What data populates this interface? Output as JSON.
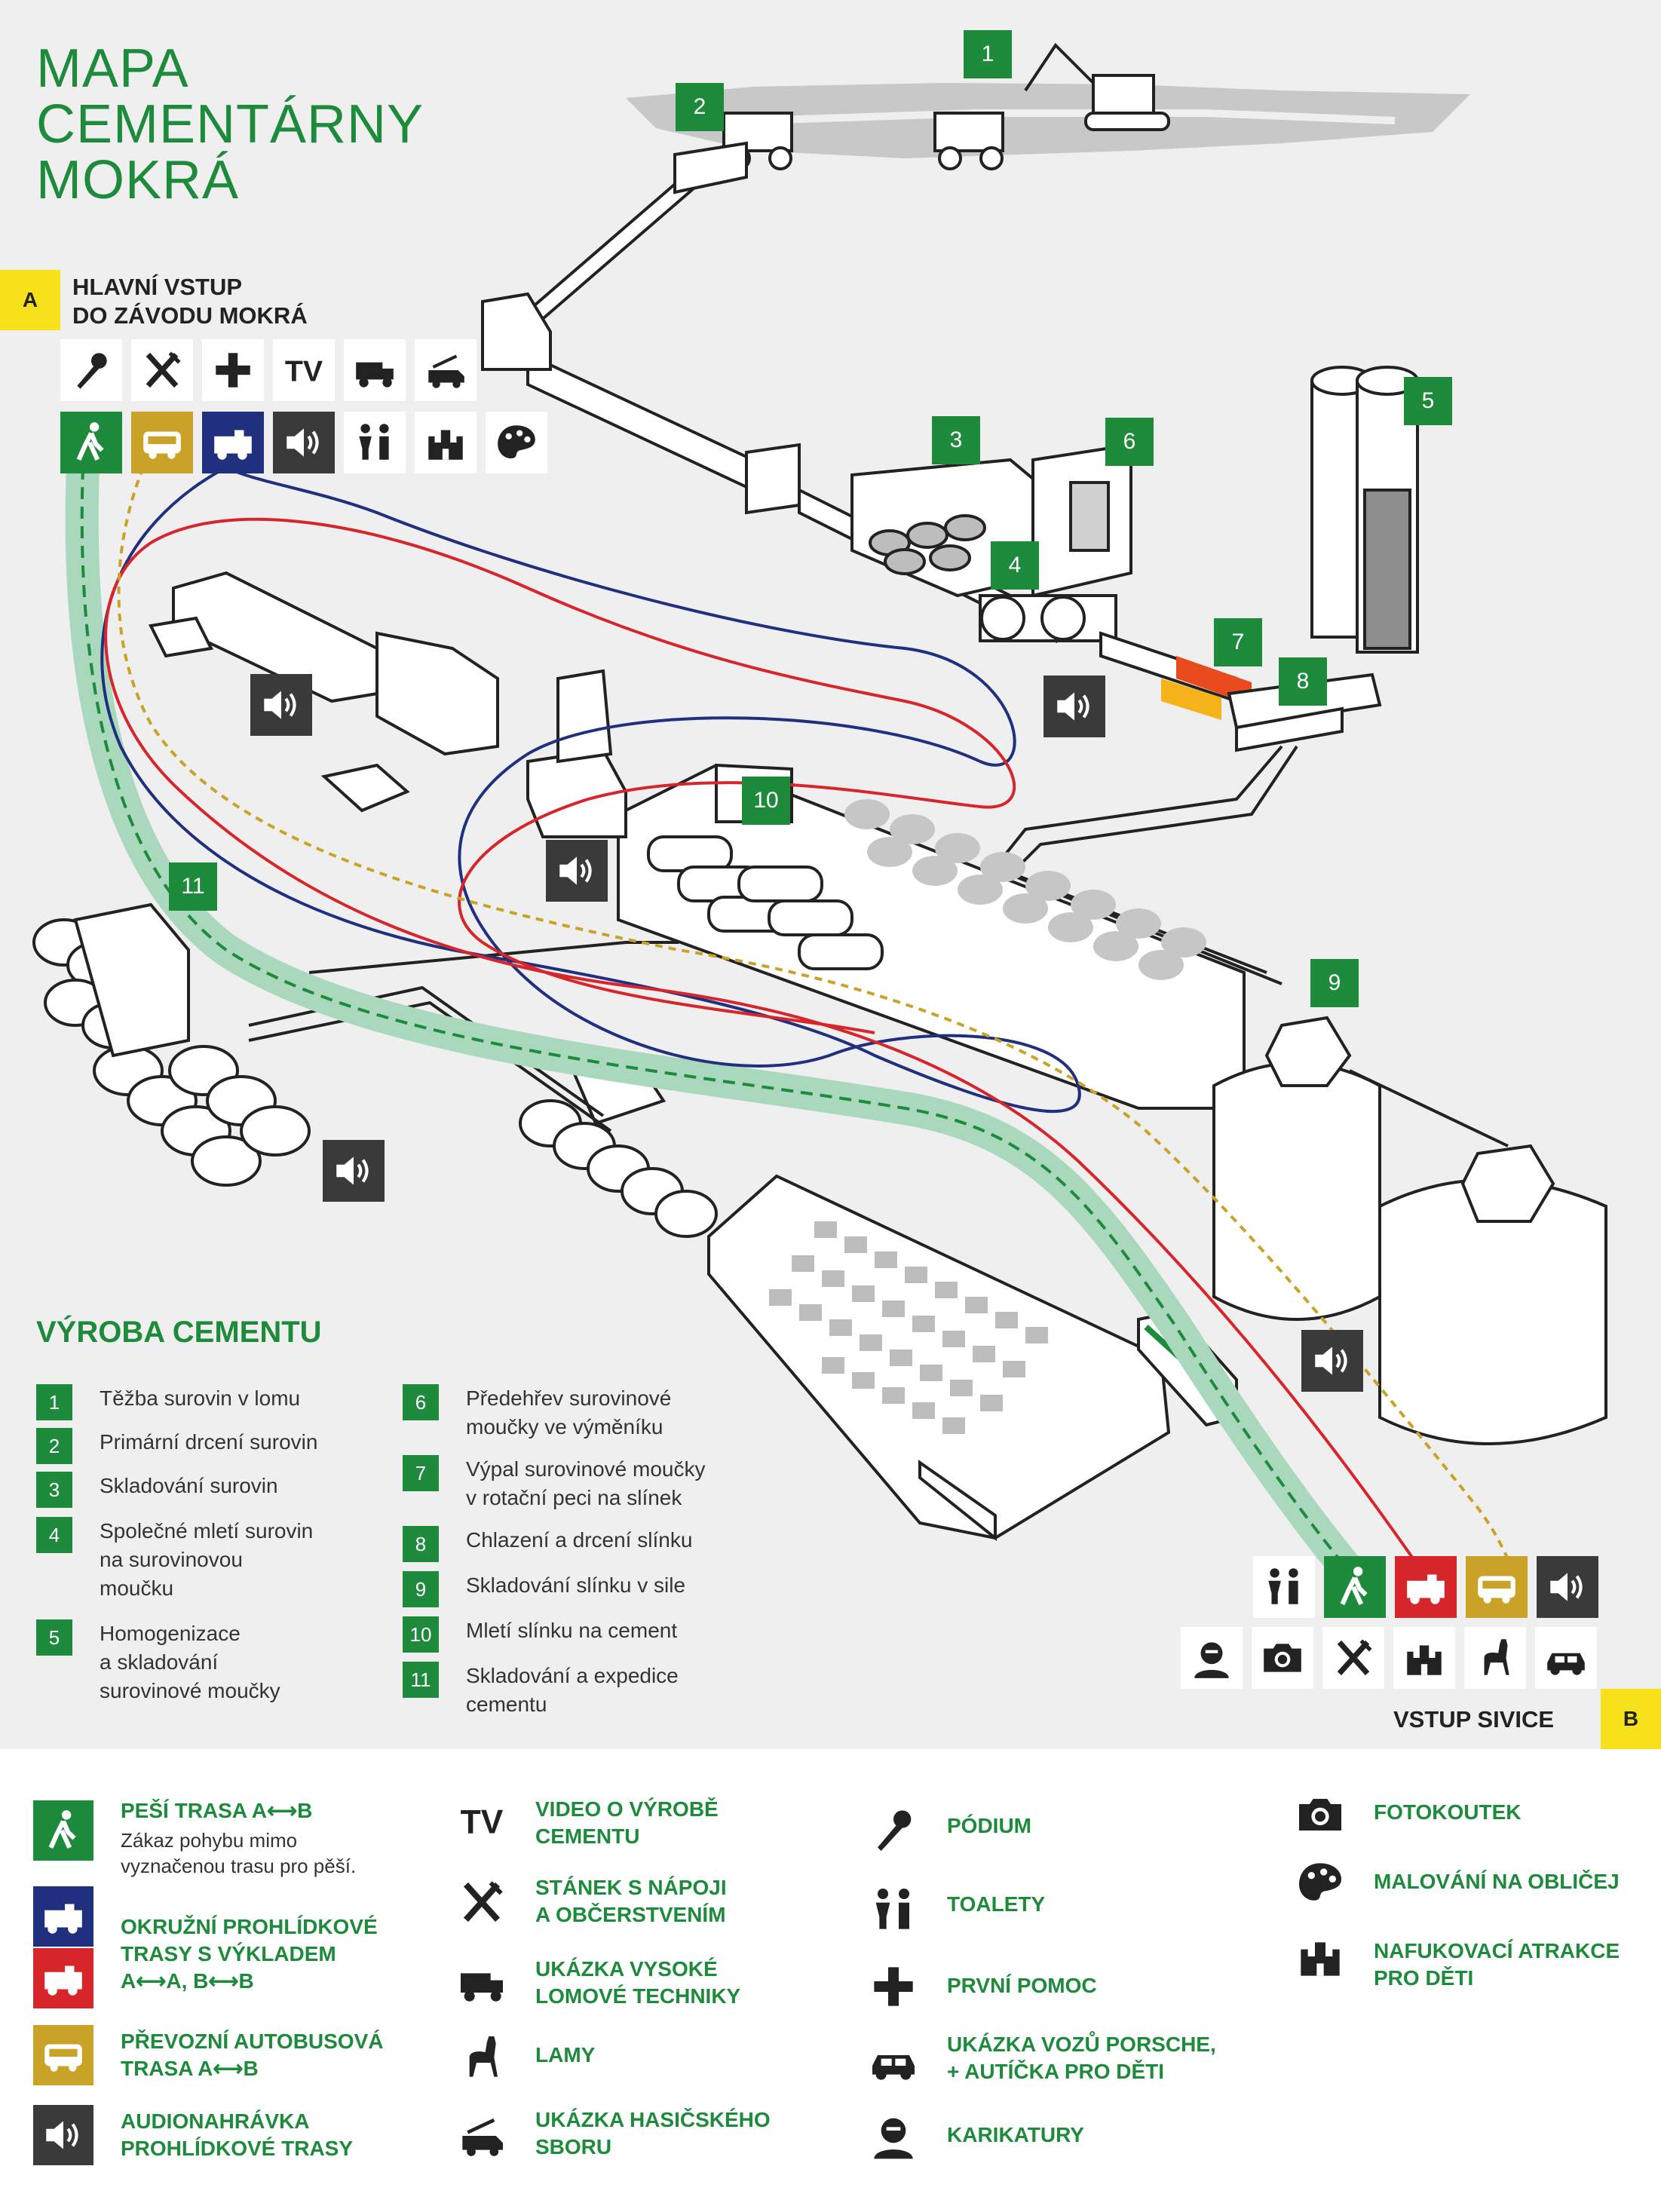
{
  "title": [
    "MAPA",
    "CEMENTÁRNY",
    "MOKRÁ"
  ],
  "entry_a": {
    "badge": "A",
    "label": [
      "HLAVNÍ VSTUP",
      "DO ZÁVODU MOKRÁ"
    ]
  },
  "entry_b": {
    "badge": "B",
    "label": "VSTUP SIVICE"
  },
  "tv_glyph": "TV",
  "map_steps": [
    "1",
    "2",
    "3",
    "4",
    "5",
    "6",
    "7",
    "8",
    "9",
    "10",
    "11"
  ],
  "section_title": "VÝROBA CEMENTU",
  "steps": [
    {
      "num": "1",
      "text": "Těžba surovin v lomu"
    },
    {
      "num": "2",
      "text": "Primární drcení surovin"
    },
    {
      "num": "3",
      "text": "Skladování surovin"
    },
    {
      "num": "4",
      "text": "Společné mletí surovin\nna surovinovou\nmoučku"
    },
    {
      "num": "5",
      "text": "Homogenizace\na skladování\nsurovinové moučky"
    },
    {
      "num": "6",
      "text": "Předehřev surovinové\nmoučky ve výměníku"
    },
    {
      "num": "7",
      "text": "Výpal surovinové moučky\nv rotační peci na slínek"
    },
    {
      "num": "8",
      "text": "Chlazení a drcení slínku"
    },
    {
      "num": "9",
      "text": "Skladování slínku v sile"
    },
    {
      "num": "10",
      "text": "Mletí slínku na cement"
    },
    {
      "num": "11",
      "text": "Skladování a expedice\ncementu"
    }
  ],
  "legend": {
    "walk": {
      "label": "PEŠÍ TRASA    A⟷B",
      "note": "Zákaz pohybu mimo\nvyznačenou trasu pro pěší."
    },
    "tour": {
      "label": "OKRUŽNÍ PROHLÍDKOVÉ\nTRASY S VÝKLADEM\nA⟷A, B⟷B"
    },
    "bus": {
      "label": "PŘEVOZNÍ AUTOBUSOVÁ\nTRASA     A⟷B"
    },
    "audio": {
      "label": "AUDIONAHRÁVKA\nPROHLÍDKOVÉ TRASY"
    },
    "video": {
      "label": "VIDEO O VÝROBĚ\nCEMENTU"
    },
    "food": {
      "label": "STÁNEK S NÁPOJI\nA OBČERSTVENÍM"
    },
    "mining": {
      "label": "UKÁZKA VYSOKÉ\nLOMOVÉ TECHNIKY"
    },
    "llamas": {
      "label": "LAMY"
    },
    "firefighters": {
      "label": "UKÁZKA HASIČSKÉHO\nSBORU"
    },
    "stage": {
      "label": "PÓDIUM"
    },
    "toilets": {
      "label": "TOALETY"
    },
    "first_aid": {
      "label": "PRVNÍ POMOC"
    },
    "porsche": {
      "label": "UKÁZKA VOZŮ PORSCHE,\n+ AUTÍČKA PRO DĚTI"
    },
    "caricatures": {
      "label": "KARIKATURY"
    },
    "photo": {
      "label": "FOTOKOUTEK"
    },
    "face_paint": {
      "label": "MALOVÁNÍ NA OBLIČEJ"
    },
    "bouncy": {
      "label": "NAFUKOVACÍ ATRAKCE\nPRO DĚTI"
    }
  },
  "colors": {
    "green": "#1e8a3c",
    "navy": "#21307e",
    "red": "#d7262b",
    "gold": "#c9a227",
    "dark": "#3a3a3a",
    "yellow": "#f7e11a",
    "walk_path": "#a9d8bd"
  }
}
